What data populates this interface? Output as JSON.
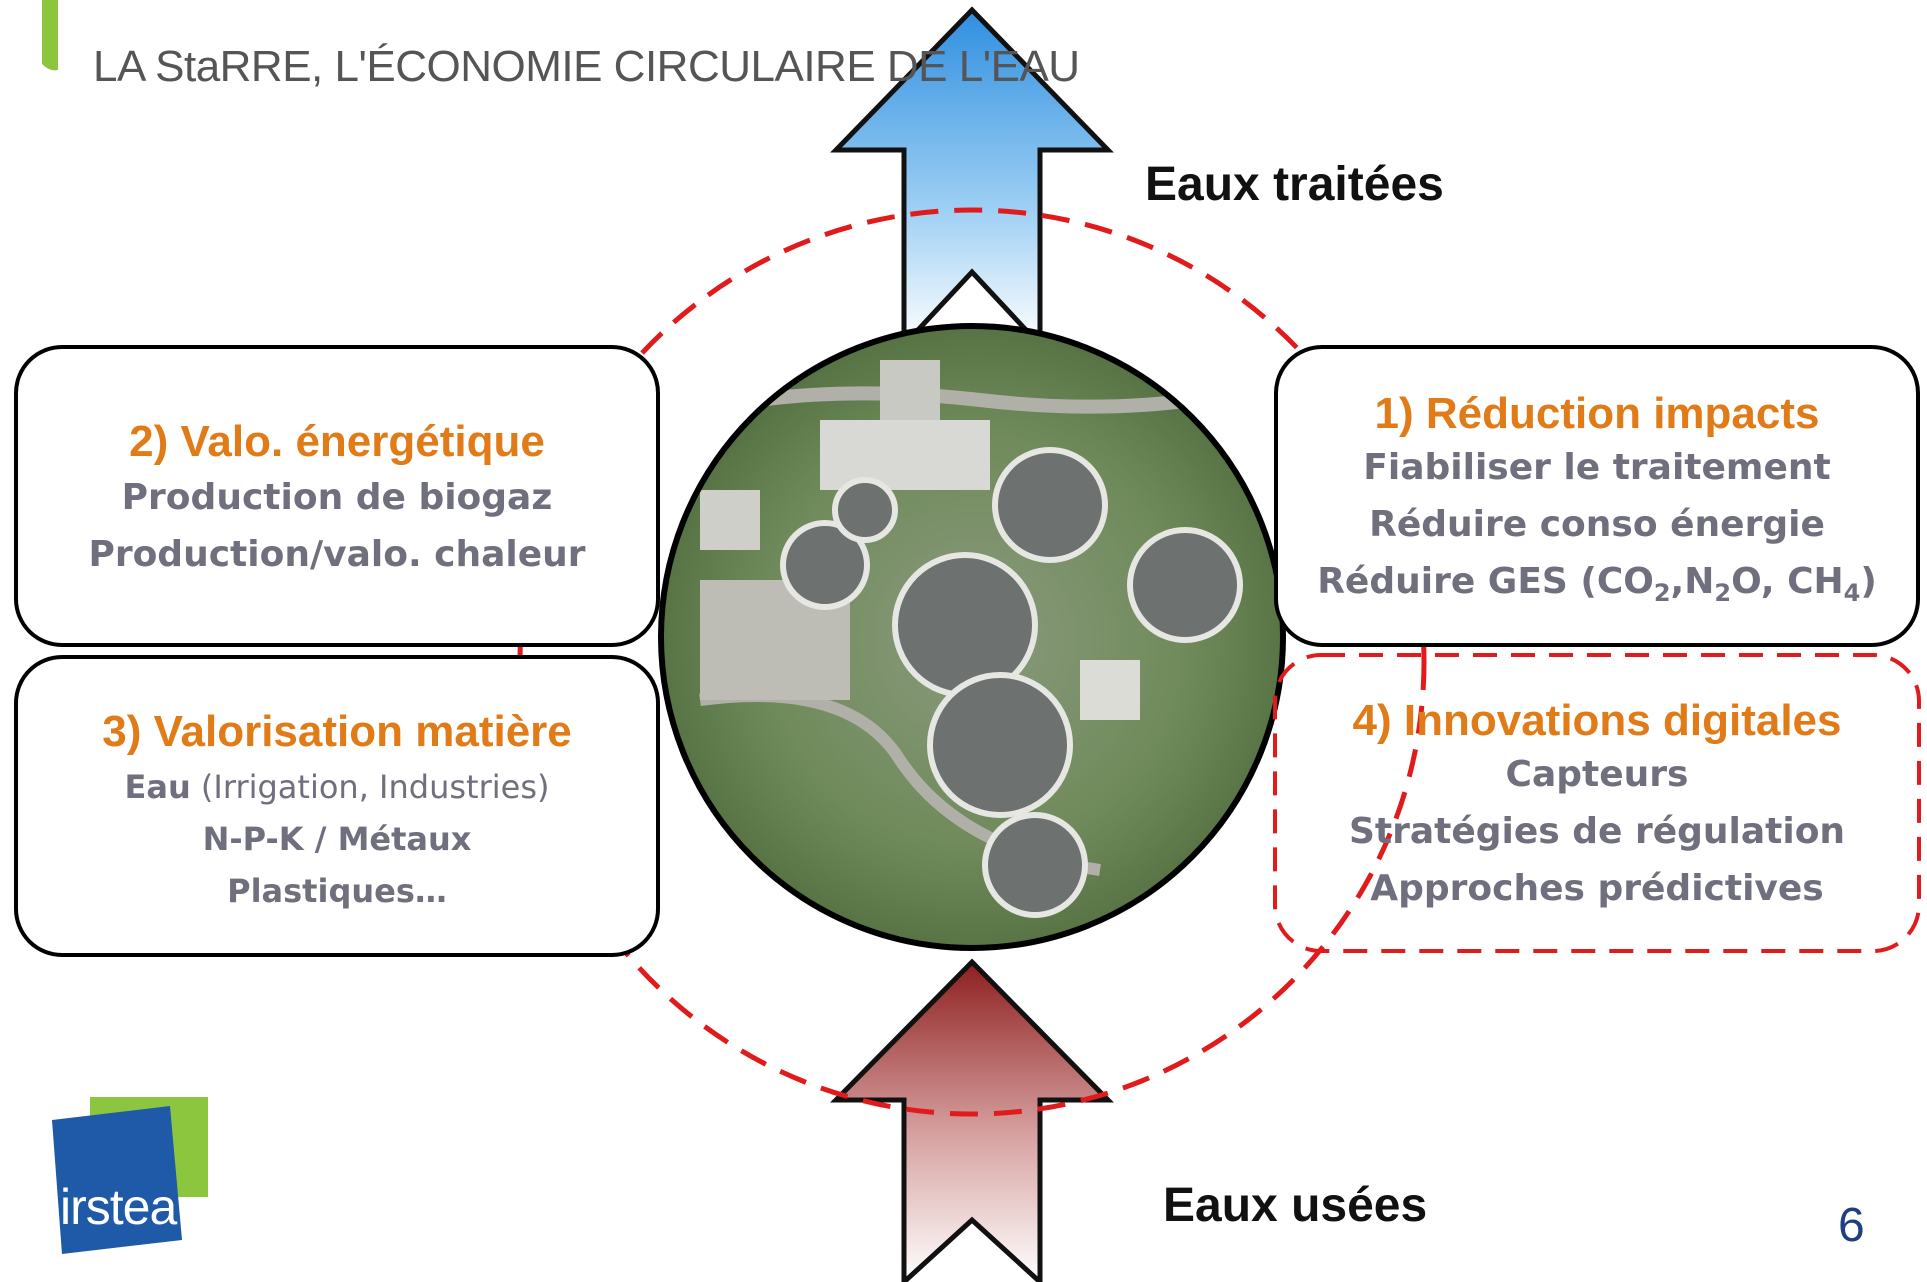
{
  "slide": {
    "title": "LA StaRRE, L'ÉCONOMIE CIRCULAIRE DE L'EAU",
    "page_number": "6"
  },
  "flows": {
    "out_label": "Eaux traitées",
    "in_label": "Eaux usées"
  },
  "boxes": {
    "energy": {
      "title": "2) Valo. énergétique",
      "lines": [
        "Production de biogaz",
        "Production/valo. chaleur"
      ]
    },
    "matter": {
      "title": "3) Valorisation matière",
      "line1_bold": "Eau",
      "line1_rest": " (Irrigation,  Industries)",
      "lines": [
        "N-P-K / Métaux",
        "Plastiques…"
      ]
    },
    "impacts": {
      "title": "1) Réduction impacts",
      "lines": [
        "Fiabiliser le traitement",
        "Réduire conso énergie"
      ],
      "ges_prefix": "Réduire GES (CO",
      "ges_sub1": "2",
      "ges_mid1": ",N",
      "ges_sub2": "2",
      "ges_mid2": "O, CH",
      "ges_sub3": "4",
      "ges_suffix": ")"
    },
    "digital": {
      "title": "4) Innovations digitales",
      "lines": [
        "Capteurs",
        "Stratégies de régulation",
        "Approches prédictives"
      ]
    }
  },
  "logo": {
    "text": "irstea"
  },
  "colors": {
    "accent_orange": "#e07b17",
    "dashed_red": "#e11b1b",
    "arrow_blue": "#3ea0e8",
    "arrow_red": "#9b2a2a",
    "logo_blue": "#1e5aa8",
    "logo_green": "#8cc63f"
  }
}
